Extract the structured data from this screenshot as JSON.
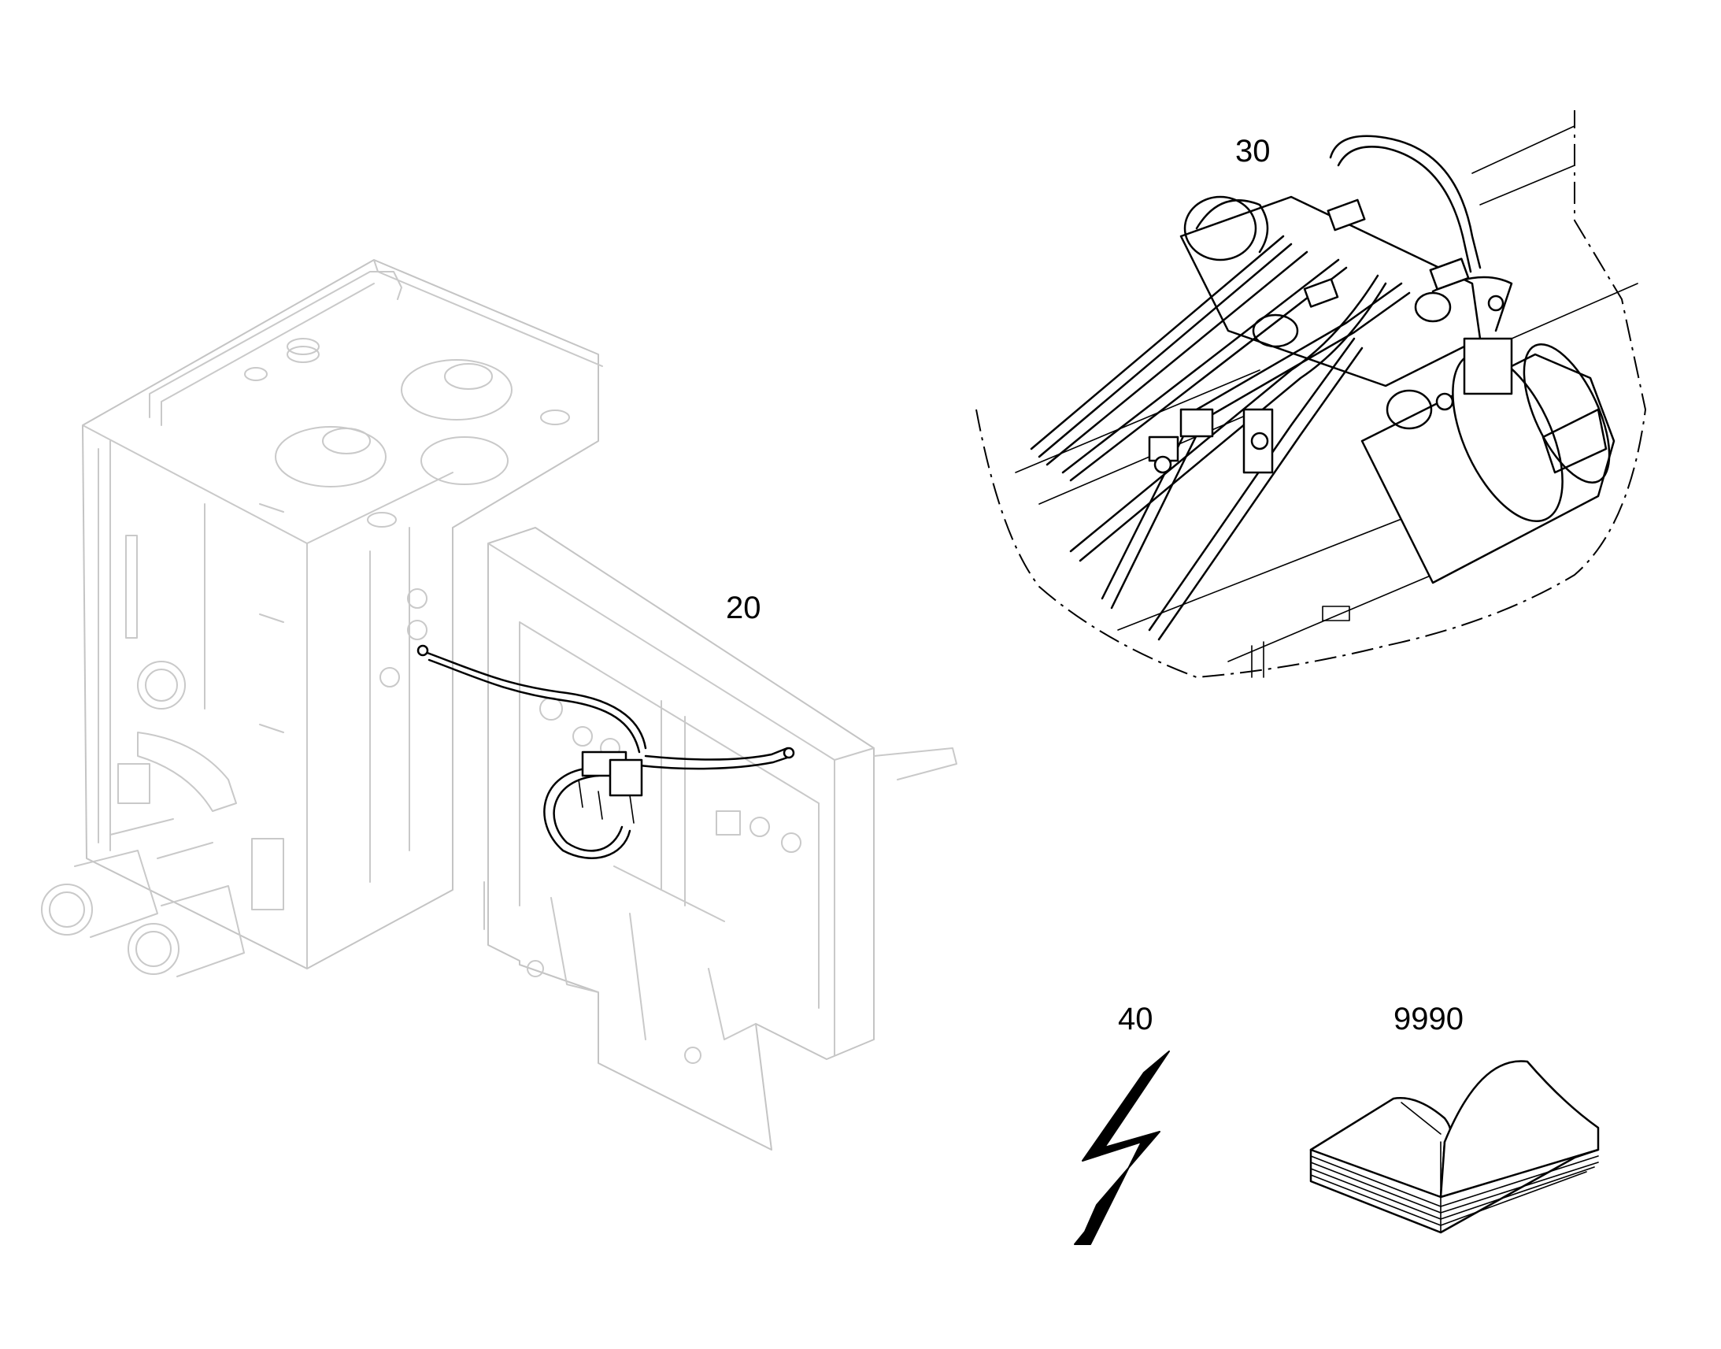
{
  "callouts": {
    "item_20": "20",
    "item_30": "30",
    "item_40": "40",
    "item_9990": "9990"
  },
  "colors": {
    "line_art": "#000000",
    "ghost_context": "#c9c9c9",
    "background": "#ffffff"
  },
  "icons": {
    "item_40": "lightning-bolt-icon",
    "item_9990": "open-book-icon"
  }
}
